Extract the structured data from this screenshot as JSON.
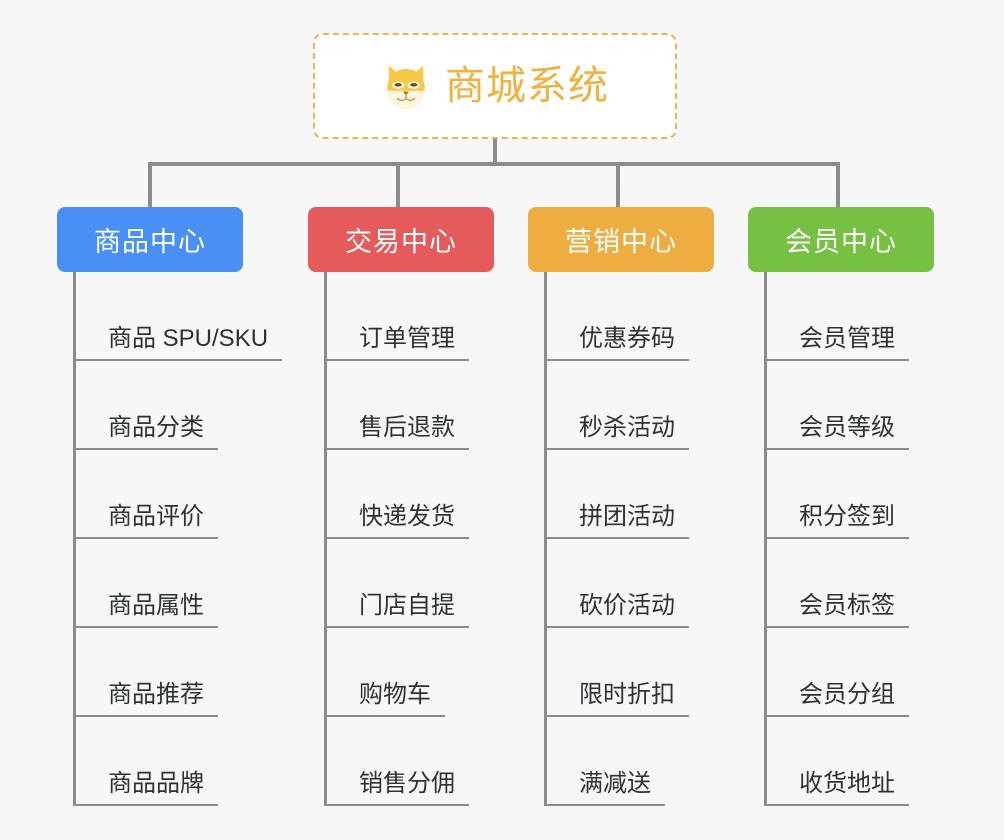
{
  "page": {
    "background_color": "#f7f7f7",
    "connector_color": "#8c8c8c",
    "leaf_text_color": "#2f3134"
  },
  "root": {
    "title": "商城系统",
    "icon": "shiba-dog-icon",
    "border_color": "#f0b24a",
    "text_color": "#f0b23f",
    "background_color": "#ffffff"
  },
  "branches": [
    {
      "id": "product-center",
      "label": "商品中心",
      "color": "#4a90f4",
      "items": [
        {
          "label": "商品 SPU/SKU"
        },
        {
          "label": "商品分类"
        },
        {
          "label": "商品评价"
        },
        {
          "label": "商品属性"
        },
        {
          "label": "商品推荐"
        },
        {
          "label": "商品品牌"
        }
      ]
    },
    {
      "id": "trade-center",
      "label": "交易中心",
      "color": "#e55a5a",
      "items": [
        {
          "label": "订单管理"
        },
        {
          "label": "售后退款"
        },
        {
          "label": "快递发货"
        },
        {
          "label": "门店自提"
        },
        {
          "label": "购物车"
        },
        {
          "label": "销售分佣"
        }
      ]
    },
    {
      "id": "marketing-center",
      "label": "营销中心",
      "color": "#eead41",
      "items": [
        {
          "label": "优惠券码"
        },
        {
          "label": "秒杀活动"
        },
        {
          "label": "拼团活动"
        },
        {
          "label": "砍价活动"
        },
        {
          "label": "限时折扣"
        },
        {
          "label": "满减送"
        }
      ]
    },
    {
      "id": "member-center",
      "label": "会员中心",
      "color": "#76c043",
      "items": [
        {
          "label": "会员管理"
        },
        {
          "label": "会员等级"
        },
        {
          "label": "积分签到"
        },
        {
          "label": "会员标签"
        },
        {
          "label": "会员分组"
        },
        {
          "label": "收货地址"
        }
      ]
    }
  ]
}
